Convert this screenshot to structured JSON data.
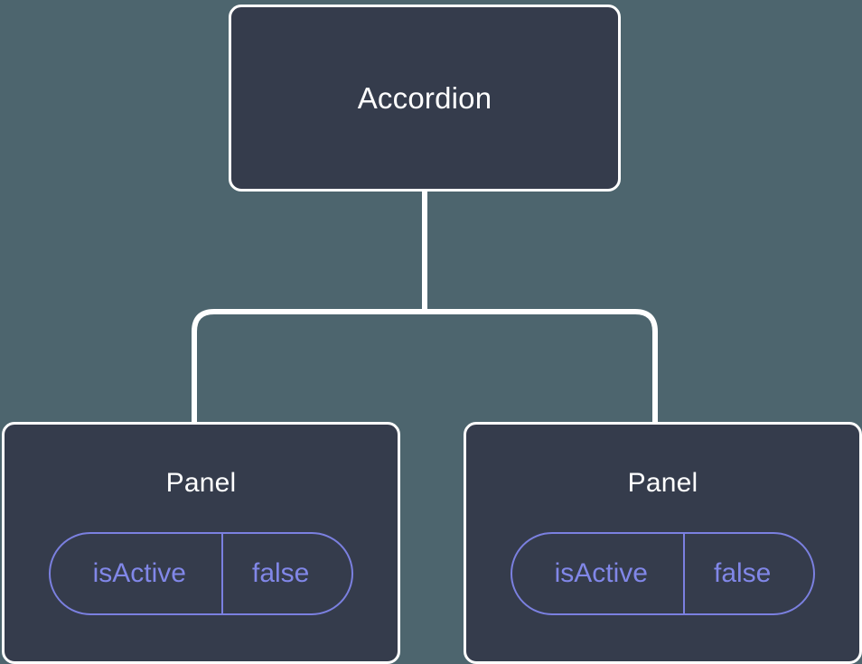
{
  "diagram": {
    "type": "component-tree",
    "background_color": "#4d656e",
    "node_fill_color": "#353c4c",
    "node_border_color": "#ffffff",
    "edge_color": "#ffffff",
    "title_text_color": "#ffffff",
    "prop_accent_color": "#8187e8",
    "root": {
      "label": "Accordion"
    },
    "children": [
      {
        "label": "Panel",
        "props": [
          {
            "key": "isActive",
            "value": "false"
          }
        ]
      },
      {
        "label": "Panel",
        "props": [
          {
            "key": "isActive",
            "value": "false"
          }
        ]
      }
    ]
  }
}
